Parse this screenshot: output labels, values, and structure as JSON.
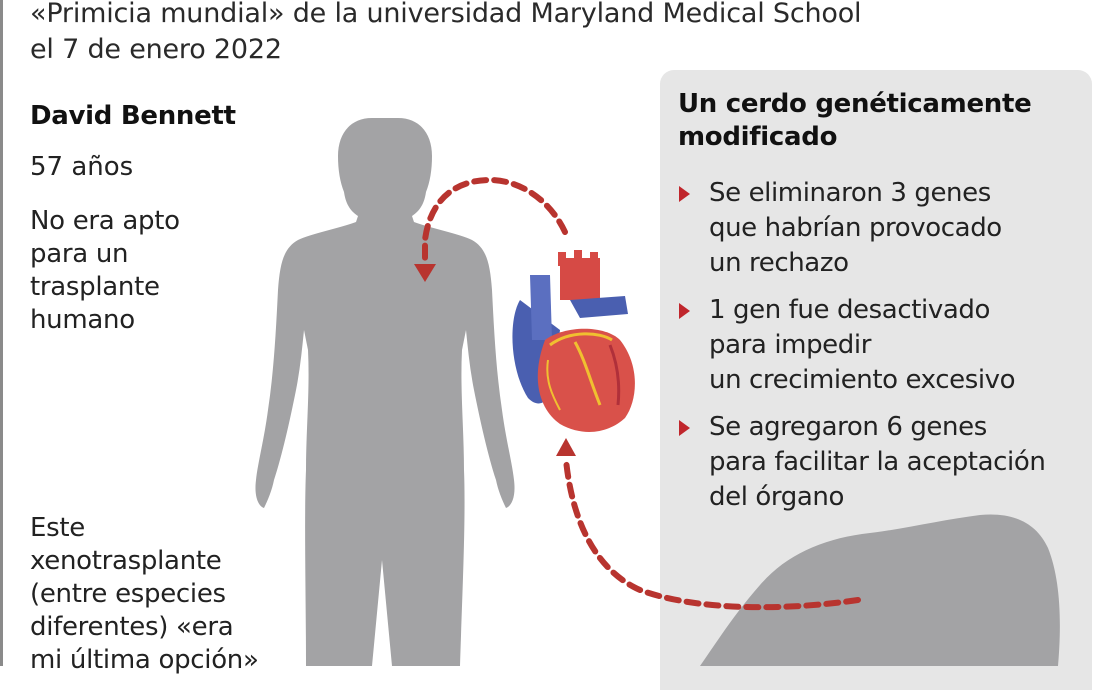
{
  "header": {
    "subtitle_line1": "«Primicia mundial» de la universidad Maryland Medical School",
    "subtitle_line2": "el 7 de enero 2022"
  },
  "patient": {
    "name": "David Bennett",
    "age": "57 años",
    "status_lines": [
      "No era apto",
      "para un",
      "trasplante",
      "humano"
    ],
    "quote_lines": [
      "Este",
      "xenotrasplante",
      "(entre especies",
      "diferentes) «era",
      "mi última opción»"
    ]
  },
  "pig_panel": {
    "title_line1": "Un cerdo genéticamente",
    "title_line2": "modificado",
    "bullets": [
      {
        "lines": [
          "Se eliminaron 3 genes",
          "que habrían provocado",
          "un rechazo"
        ]
      },
      {
        "lines": [
          "1 gen fue desactivado",
          "para impedir",
          "un crecimiento excesivo"
        ]
      },
      {
        "lines": [
          "Se agregaron 6 genes",
          "para facilitar la aceptación",
          "del órgano"
        ]
      }
    ]
  },
  "illustration": {
    "icons": [
      "human-silhouette-icon",
      "heart-icon",
      "pig-silhouette-icon",
      "dashed-arrow-icon"
    ],
    "colors": {
      "silhouette": "#a3a3a5",
      "arrow": "#b8342f",
      "panel_bg": "#e6e6e6",
      "bullet": "#c0262c",
      "heart_red": "#d9514a",
      "heart_blue": "#4a5fb0",
      "heart_yellow": "#f0c030"
    }
  }
}
